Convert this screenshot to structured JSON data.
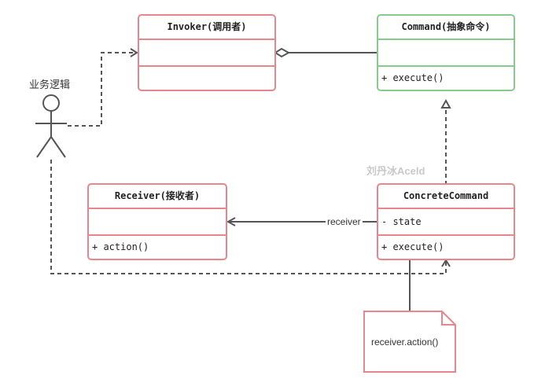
{
  "actor": {
    "label": "业务逻辑"
  },
  "classes": {
    "invoker": {
      "name": "Invoker(调用者)",
      "members": [],
      "methods": []
    },
    "command": {
      "name": "Command(抽象命令)",
      "members": [],
      "methods": [
        "+ execute()"
      ]
    },
    "receiver": {
      "name": "Receiver(接收者)",
      "members": [],
      "methods": [
        "+ action()"
      ]
    },
    "concrete_command": {
      "name": "ConcreteCommand",
      "members": [
        "- state"
      ],
      "methods": [
        "+ execute()"
      ]
    }
  },
  "edges": {
    "receiver_association_label": "receiver"
  },
  "note": {
    "text": "receiver.action()"
  },
  "watermark": "刘丹冰Aceld",
  "colors": {
    "class_border": "#e6878d",
    "abstract_border": "#86cb8c",
    "line": "#555555",
    "watermark": "#c9c9c9"
  }
}
